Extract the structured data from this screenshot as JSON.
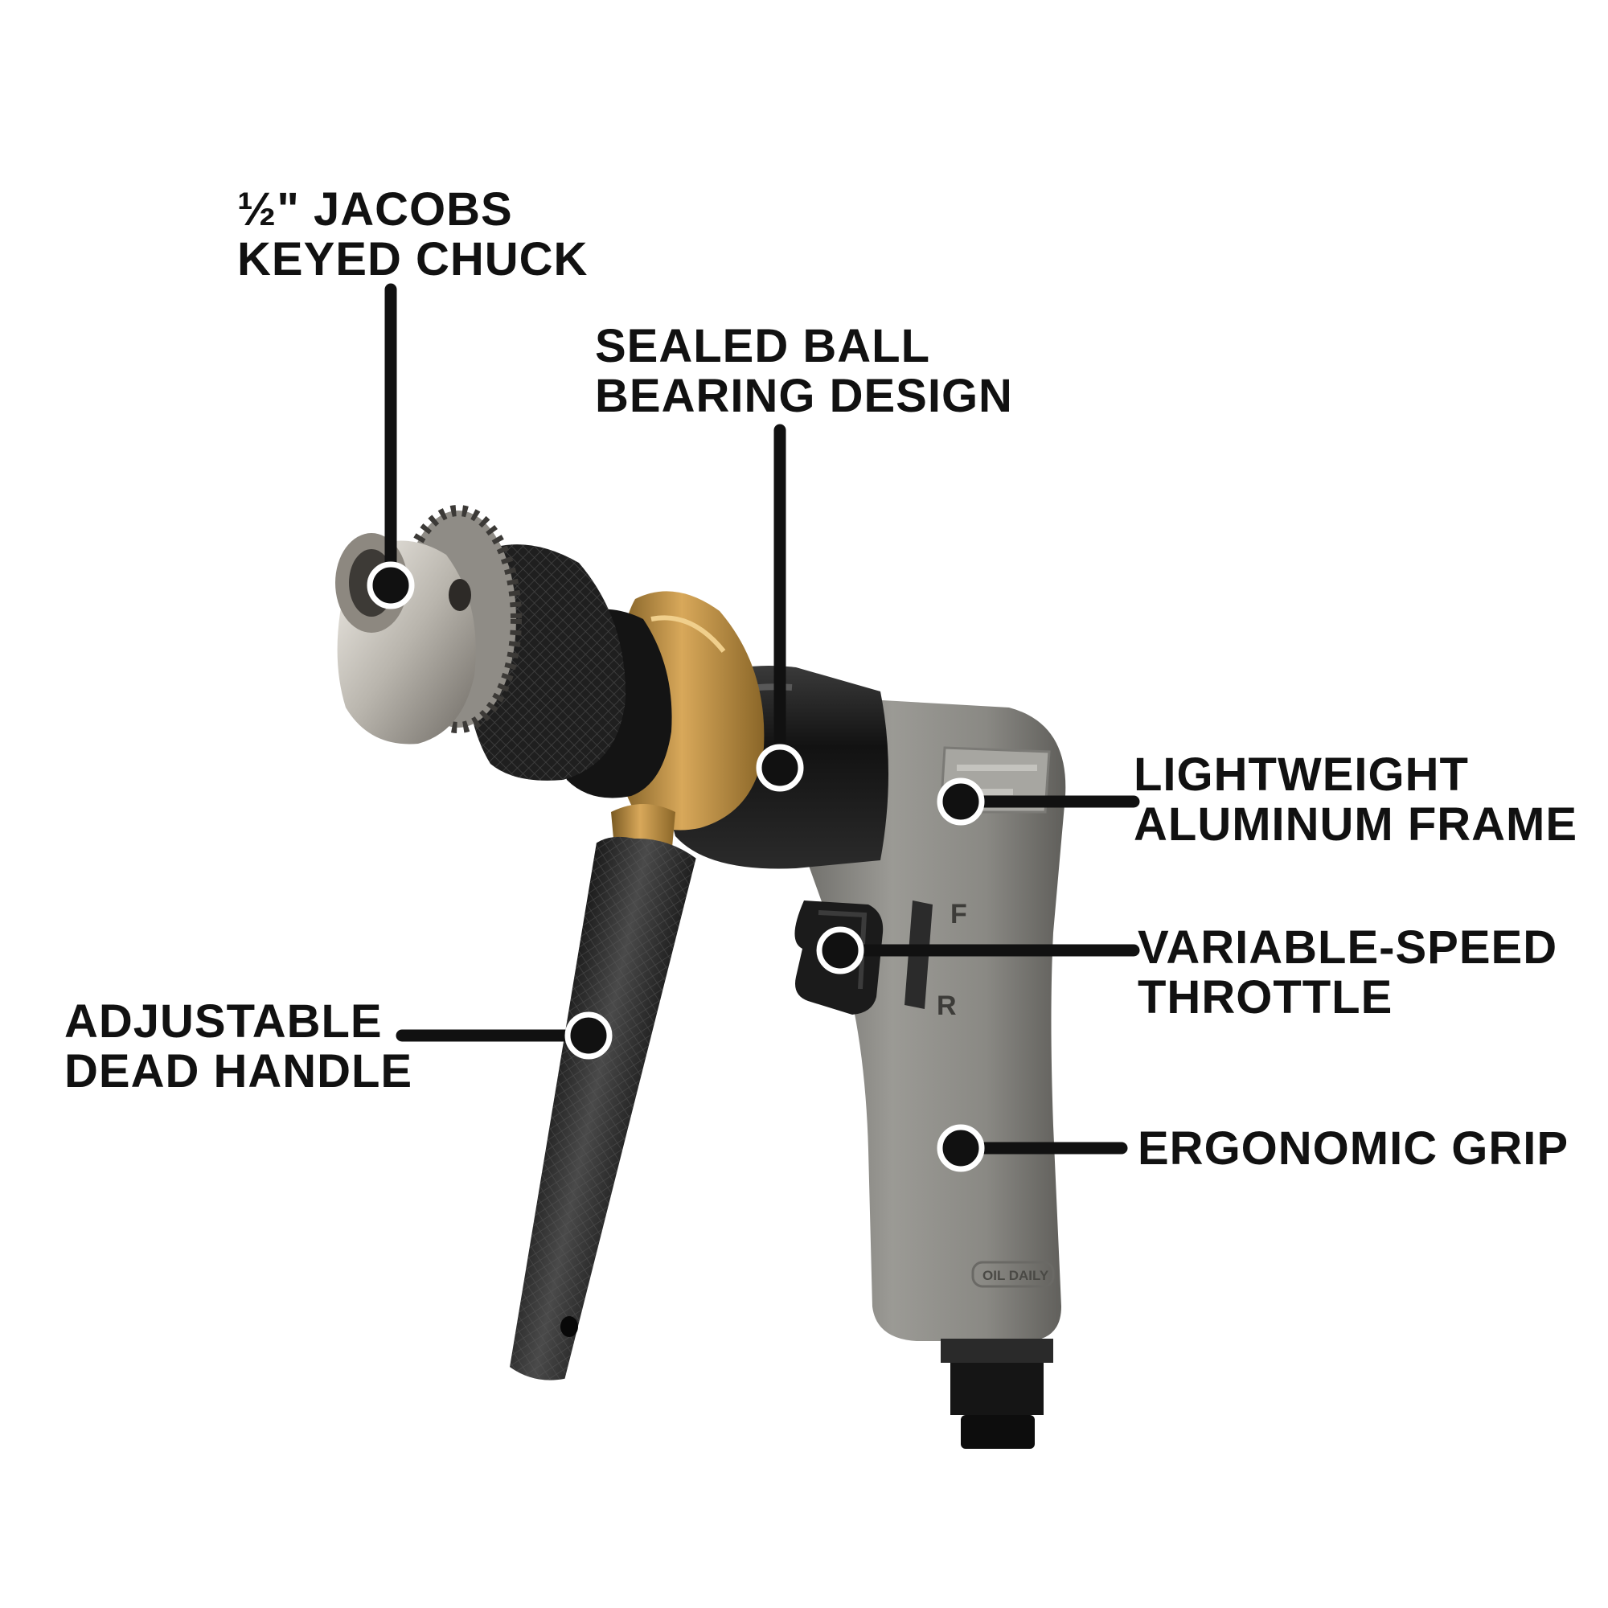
{
  "colors": {
    "background": "#ffffff",
    "callout": "#111111",
    "frame": "#8a8a86",
    "brass": "#b88a3c",
    "chrome": "#c9c6c0",
    "black": "#1c1c1c"
  },
  "callouts": {
    "chuck": {
      "line1": "½\" JACOBS",
      "line2": "KEYED CHUCK"
    },
    "bearing": {
      "line1": "SEALED BALL",
      "line2": "BEARING DESIGN"
    },
    "frame": {
      "line1": "LIGHTWEIGHT",
      "line2": "ALUMINUM FRAME"
    },
    "throttle": {
      "line1": "VARIABLE-SPEED",
      "line2": "THROTTLE"
    },
    "handle": {
      "line1": "ADJUSTABLE",
      "line2": "DEAD HANDLE"
    },
    "grip": {
      "line1": "ERGONOMIC GRIP"
    }
  },
  "product_marks": {
    "forward": "F",
    "reverse": "R",
    "oil_label": "OIL DAILY"
  },
  "icons": {
    "product": "air-drill-illustration"
  }
}
